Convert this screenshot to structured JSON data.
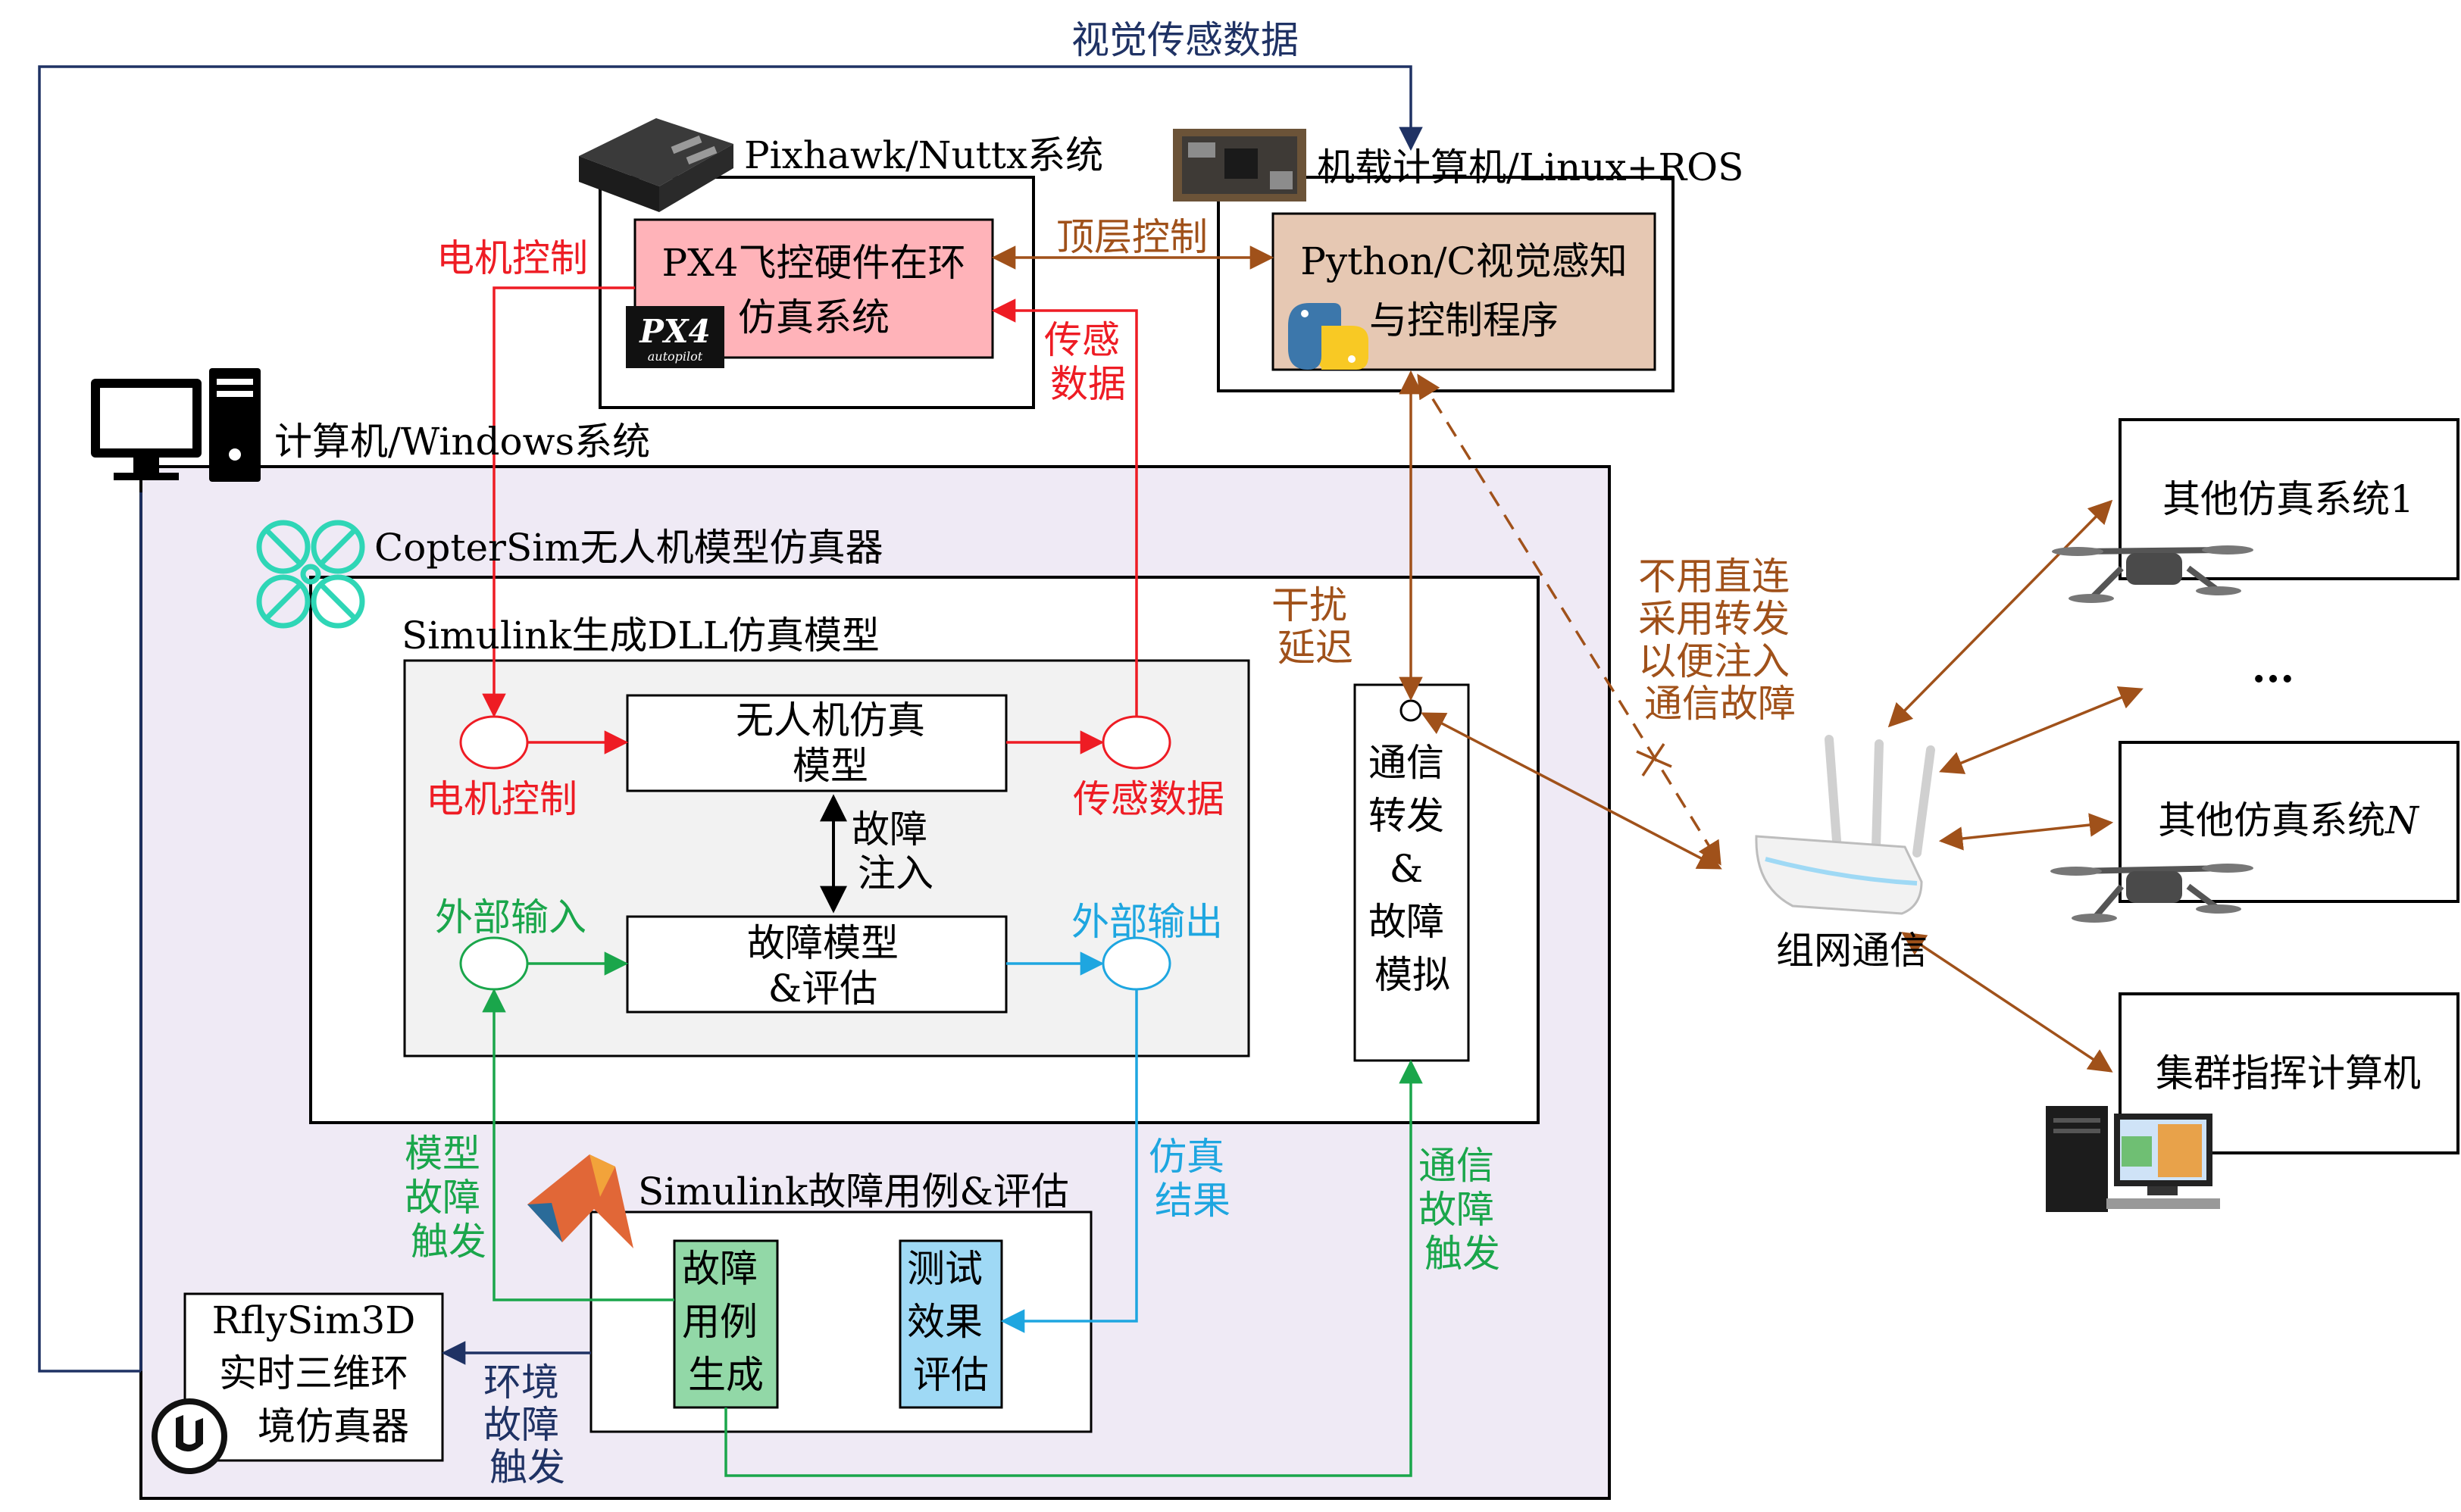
{
  "labels": {
    "visual_sense_data": "视觉传感数据",
    "pixhawk": "Pixhawk/Nuttx系统",
    "onboard": "机载计算机/Linux+ROS",
    "px4_hil_1": "PX4飞控硬件在环",
    "px4_hil_2": "仿真系统",
    "top_control": "顶层控制",
    "python_1": "Python/C视觉感知",
    "python_2": "与控制程序",
    "motor_top": "电机控制",
    "sensor_top_1": "传感",
    "sensor_top_2": "数据",
    "windows": "计算机/Windows系统",
    "coptersim": "CopterSim无人机模型仿真器",
    "dll_model": "Simulink生成DLL仿真模型",
    "uav_model_1": "无人机仿真",
    "uav_model_2": "模型",
    "fault_inject_1": "故障",
    "fault_inject_2": "注入",
    "fault_model_1": "故障模型",
    "fault_model_2": "&评估",
    "motor_inner": "电机控制",
    "sensor_inner": "传感数据",
    "ext_input": "外部输入",
    "ext_output": "外部输出",
    "disturb_1": "干扰",
    "disturb_2": "延迟",
    "comm_1": "通信",
    "comm_2": "转发",
    "comm_3": "&",
    "comm_4": "故障",
    "comm_5": "模拟",
    "no_direct_1": "不用直连",
    "no_direct_2": "采用转发",
    "no_direct_3": "以便注入",
    "no_direct_4": "通信故障",
    "other_sim_1": "其他仿真系统1",
    "ellipsis": "...",
    "other_sim_n_a": "其他仿真系统",
    "other_sim_n_b": "N",
    "network": "组网通信",
    "swarm_cmd": "集群指挥计算机",
    "model_fault_1": "模型",
    "model_fault_2": "故障",
    "model_fault_3": "触发",
    "sim_fault_cases": "Simulink故障用例&评估",
    "sim_result_1": "仿真",
    "sim_result_2": "结果",
    "comm_fault_1": "通信",
    "comm_fault_2": "故障",
    "comm_fault_3": "触发",
    "case_gen_1": "故障",
    "case_gen_2": "用例",
    "case_gen_3": "生成",
    "test_eval_1": "测试",
    "test_eval_2": "效果",
    "test_eval_3": "评估",
    "rflysim_1": "RflySim3D",
    "rflysim_2": "实时三维环",
    "rflysim_3": "境仿真器",
    "env_fault_1": "环境",
    "env_fault_2": "故障",
    "env_fault_3": "触发",
    "px4_logo_1": "PX4",
    "px4_logo_2": "autopilot"
  },
  "colors": {
    "navy": "#1f3264",
    "red": "#ee1c24",
    "brown": "#a0511a",
    "green": "#1aa64b",
    "cyan": "#1ea6e0",
    "px4_fill": "#ffb3b9",
    "python_fill": "#e6c8b3",
    "windows_fill": "#efeaf5",
    "dll_fill": "#f2f2f2",
    "case_fill": "#92d8a7",
    "eval_fill": "#9fd9f5",
    "coptersim_icon": "#2fd6b6"
  }
}
